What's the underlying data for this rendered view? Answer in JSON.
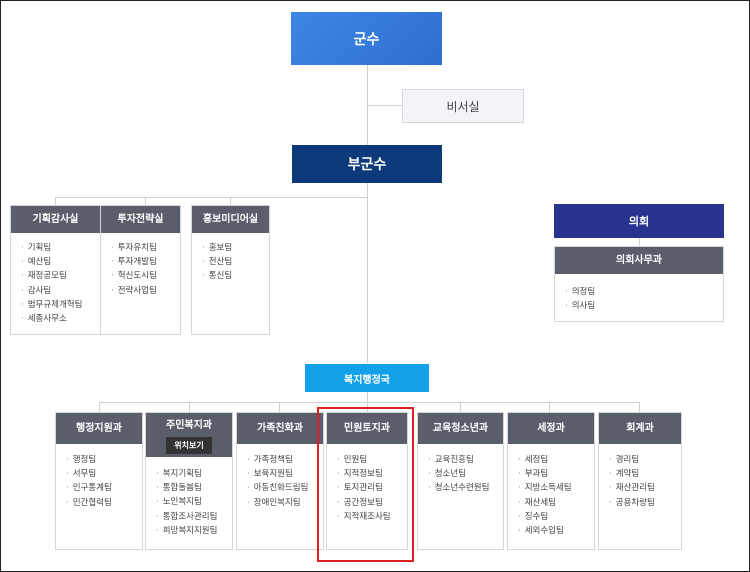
{
  "top": {
    "governor": "군수",
    "secretary": "비서실",
    "vice": "부군수"
  },
  "left_offices": [
    {
      "title": "기획감사실",
      "items": [
        "기획팀",
        "예산팀",
        "재정공모팀",
        "감사팀",
        "법무규제개혁팀",
        "세종사무소"
      ]
    },
    {
      "title": "투자전략실",
      "items": [
        "투자유치팀",
        "투자개발팀",
        "혁신도시팀",
        "전략사업팀"
      ]
    },
    {
      "title": "홍보미디어실",
      "items": [
        "홍보팀",
        "전산팀",
        "통신팀"
      ]
    }
  ],
  "council": {
    "title": "의회",
    "office": "의회사무과",
    "items": [
      "의정팀",
      "의사팀"
    ]
  },
  "bureau": "복지행정국",
  "departments": [
    {
      "title": "행정지원과",
      "items": [
        "행정팀",
        "서무팀",
        "인구통계팀",
        "민간협력팀"
      ]
    },
    {
      "title": "주민복지과",
      "button": "위치보기",
      "items": [
        "복지기획팀",
        "통합돌봄팀",
        "노인복지팀",
        "통합조사관리팀",
        "희망복지지원팀"
      ]
    },
    {
      "title": "가족친화과",
      "items": [
        "가족정책팀",
        "보육지원팀",
        "아동친화드림팀",
        "장애인복지팀"
      ]
    },
    {
      "title": "민원토지과",
      "items": [
        "민원팀",
        "지적정보팀",
        "토지관리팀",
        "공간정보팀",
        "지적재조사팀"
      ]
    },
    {
      "title": "교육청소년과",
      "items": [
        "교육진흥팀",
        "청소년팀",
        "청소년수련원팀"
      ]
    },
    {
      "title": "세정과",
      "items": [
        "세정팀",
        "부과팀",
        "지방소득세팀",
        "재산세팀",
        "징수팀",
        "세외수입팀"
      ]
    },
    {
      "title": "회계과",
      "items": [
        "경리팀",
        "계약팀",
        "재산관리팀",
        "공용차량팀"
      ]
    }
  ]
}
